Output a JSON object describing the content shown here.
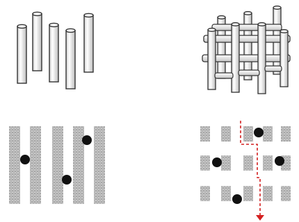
{
  "figure": {
    "panels": [
      {
        "id": "parallel-rods-3d",
        "icon": "parallel-vertical-cylinders",
        "rod_count": 5
      },
      {
        "id": "interconnected-rods-3d",
        "icon": "interconnected-cylinder-lattice"
      },
      {
        "id": "parallel-rods-cross-section",
        "icon": "stippled-vertical-bands-with-particles",
        "band_count": 5,
        "particle_count": 3
      },
      {
        "id": "interconnected-rods-cross-section",
        "icon": "stippled-blocks-with-particle-path",
        "rows": 3,
        "columns": 5,
        "particle_count": 4,
        "path": "dashed-downward-path"
      }
    ],
    "colors": {
      "rod_fill": "#f4f4f4",
      "rod_stroke": "#333333",
      "stipple": "#8e8e8e",
      "particle": "#111111",
      "path": "#d42020"
    }
  }
}
